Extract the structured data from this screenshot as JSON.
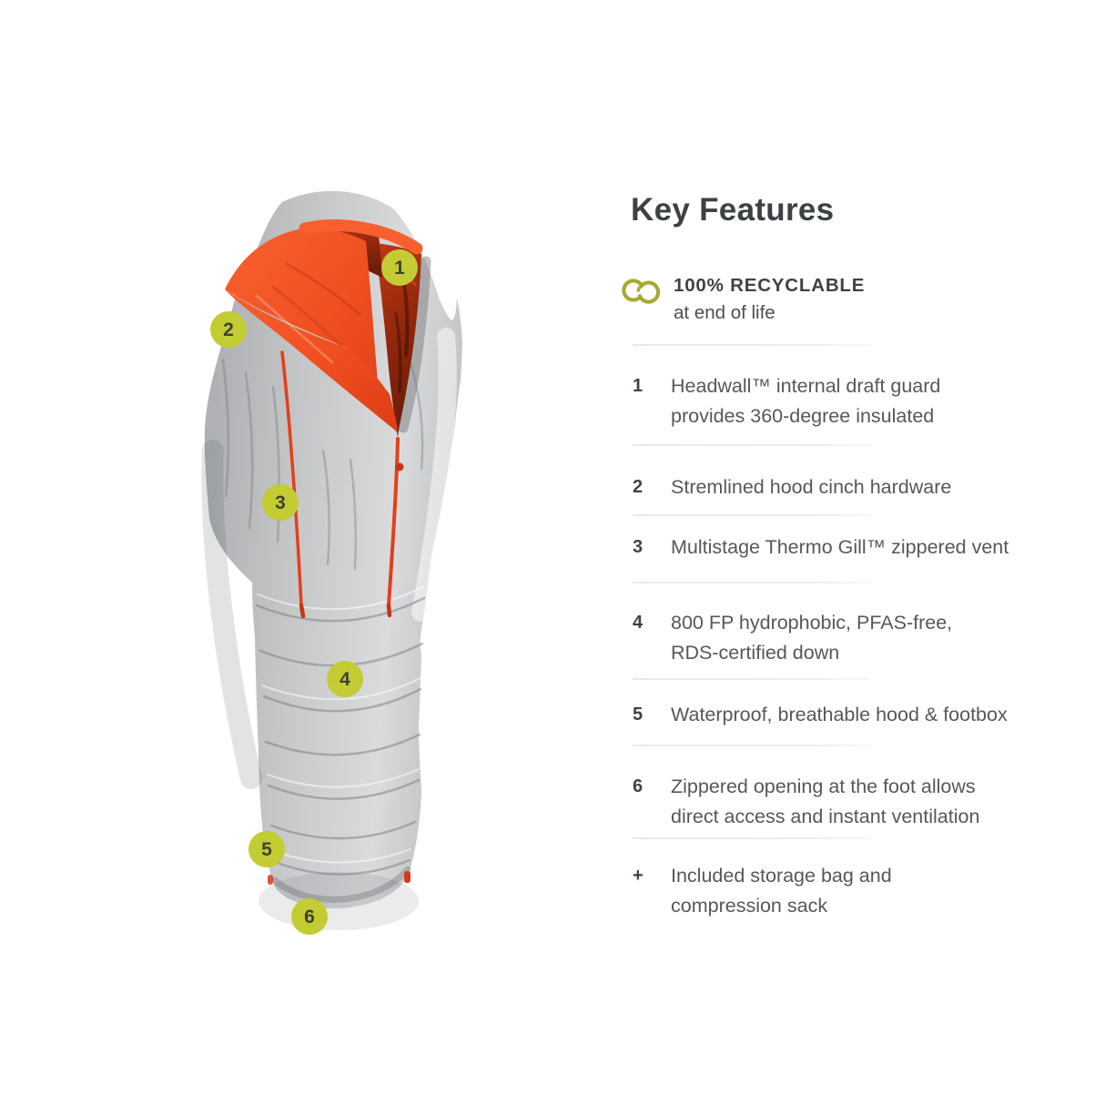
{
  "page": {
    "background": "#ffffff"
  },
  "header": {
    "title": "Key Features"
  },
  "highlight": {
    "icon": "endless-loop-recycle-icon",
    "title": "100% RECYCLABLE",
    "subtitle": "at end of life"
  },
  "features": [
    {
      "num": "1",
      "lines": [
        "Headwall™ internal draft guard",
        "provides 360-degree insulated"
      ]
    },
    {
      "num": "2",
      "lines": [
        "Stremlined hood cinch hardware"
      ]
    },
    {
      "num": "3",
      "lines": [
        "Multistage Thermo Gill™ zippered vent"
      ]
    },
    {
      "num": "4",
      "lines": [
        "800 FP hydrophobic, PFAS-free,",
        "RDS-certified down"
      ]
    },
    {
      "num": "5",
      "lines": [
        "Waterproof, breathable hood & footbox"
      ]
    },
    {
      "num": "6",
      "lines": [
        "Zippered opening at the foot allows",
        "direct access and instant ventilation"
      ]
    },
    {
      "num": "+",
      "lines": [
        "Included storage bag and",
        "compression sack"
      ]
    }
  ],
  "callouts": [
    "1",
    "2",
    "3",
    "4",
    "5",
    "6"
  ],
  "illustration": {
    "subject": "mummy sleeping bag with orange hood liner, shown upright",
    "colors": {
      "shell_gray": "#c6c8ca",
      "liner_orange": "#f0512a",
      "liner_interior_red": "#8f2409",
      "zipper_red": "#e2401b",
      "badge_fill": "#c3cc32",
      "badge_text": "#3f4233",
      "icon_olive": "#a5a92e",
      "heading_text": "#3d4144",
      "body_text": "#55585b",
      "divider": "#eaeae8"
    }
  }
}
